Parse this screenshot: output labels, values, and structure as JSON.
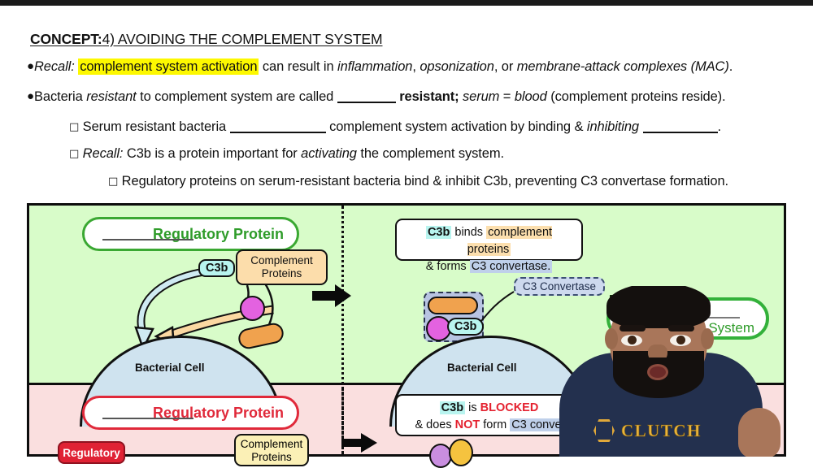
{
  "slide": {
    "concept_label": "CONCEPT:",
    "concept_title": "4) AVOIDING THE COMPLEMENT SYSTEM",
    "line1": {
      "recall": "Recall:",
      "highlight": "complement system activation",
      "rest_a": "can result in",
      "term1": "inflammation",
      "comma1": ",",
      "term2": "opsonization",
      "or": ", or",
      "term3": "membrane-attack complexes (MAC)",
      "period": "."
    },
    "line2": {
      "a": "Bacteria",
      "italic1": "resistant",
      "b": "to complement system are called",
      "bold1": "resistant;",
      "italic2": "serum",
      "eq": "=",
      "italic3": "blood",
      "c": "(complement proteins reside)."
    },
    "line3": {
      "a": "Serum resistant bacteria",
      "b": "complement system activation by binding &",
      "italic1": "inhibiting",
      "c": "."
    },
    "line4": {
      "recall": "Recall:",
      "a": "C3b is a protein important for",
      "italic1": "activating",
      "b": "the complement system."
    },
    "line5": {
      "a": "Regulatory proteins on serum-resistant bacteria bind & inhibit C3b, preventing C3 convertase formation."
    }
  },
  "diagram": {
    "top_panel": {
      "title_pill": "Regulatory Protein",
      "statement": {
        "w1": "C3b",
        "w2": "binds",
        "w3": "complement proteins",
        "w4": "& forms",
        "w5": "C3 convertase."
      },
      "c3b_tag": "C3b",
      "complement_box_line1": "Complement",
      "complement_box_line2": "Proteins",
      "cell_label_left": "Bacterial Cell",
      "cell_label_right": "Bacterial Cell",
      "convertase_label": "C3 Convertase",
      "complex_c3b": "C3b",
      "outcome_pill": "ment System"
    },
    "bottom_panel": {
      "title_pill": "Regulatory Protein",
      "statement": {
        "w1": "C3b",
        "w2": "is",
        "w3": "BLOCKED",
        "w4": "& does",
        "w5": "NOT",
        "w6": "form",
        "w7": "C3 conve"
      },
      "regulatory_box": "Regulatory",
      "complement_box_line1": "Complement",
      "complement_box_line2": "Proteins"
    }
  },
  "presenter": {
    "shirt_logo": "CLUTCH"
  },
  "colors": {
    "panel_green": "#d8fcc9",
    "panel_pink": "#fadfdf",
    "highlight_yellow": "#fdf800",
    "accent_green": "#2f9c2a",
    "accent_red": "#e0293a",
    "c3b_cyan": "#b8f4ef",
    "complement_orange": "#fcdfae",
    "convertase_blue": "#bfd0ea"
  }
}
